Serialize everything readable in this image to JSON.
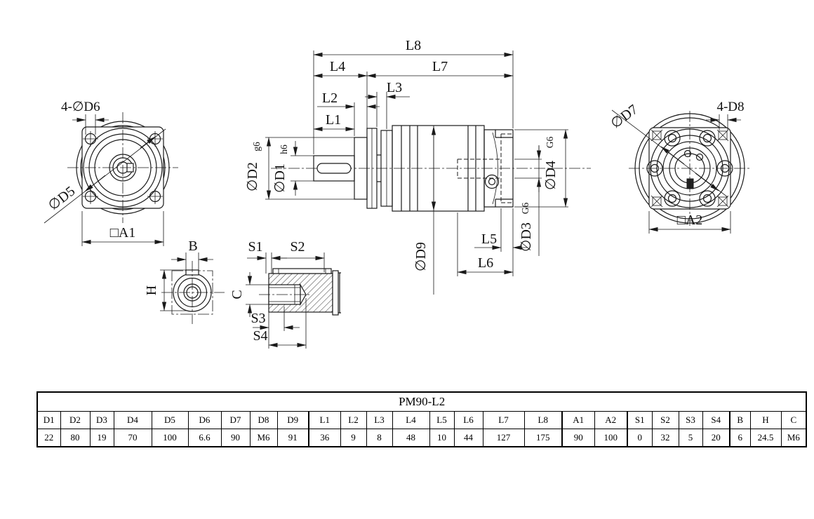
{
  "drawing": {
    "front_view": {
      "holes_label": "4-∅D6",
      "d5_label": "∅D5",
      "a1_label": "□A1"
    },
    "shaft_section": {
      "b_label": "B",
      "h_label": "H"
    },
    "keyway_detail": {
      "s1_label": "S1",
      "s2_label": "S2",
      "s3_label": "S3",
      "s4_label": "S4",
      "c_label": "C"
    },
    "side_view": {
      "l1_label": "L1",
      "l2_label": "L2",
      "l3_label": "L3",
      "l4_label": "L4",
      "l5_label": "L5",
      "l6_label": "L6",
      "l7_label": "L7",
      "l8_label": "L8",
      "d1_label": "∅D1",
      "d1_tol": "h6",
      "d2_label": "∅D2",
      "d2_tol": "g6",
      "d3_label": "∅D3",
      "d3_tol": "G6",
      "d4_label": "∅D4",
      "d4_tol": "G6",
      "d9_label": "∅D9"
    },
    "rear_view": {
      "d7_label": "∅D7",
      "holes_label": "4-D8",
      "a2_label": "□A2"
    }
  },
  "table": {
    "title": "PM90-L2",
    "headers": [
      "D1",
      "D2",
      "D3",
      "D4",
      "D5",
      "D6",
      "D7",
      "D8",
      "D9",
      "L1",
      "L2",
      "L3",
      "L4",
      "L5",
      "L6",
      "L7",
      "L8",
      "A1",
      "A2",
      "S1",
      "S2",
      "S3",
      "S4",
      "B",
      "H",
      "C"
    ],
    "values": [
      "22",
      "80",
      "19",
      "70",
      "100",
      "6.6",
      "90",
      "M6",
      "91",
      "36",
      "9",
      "8",
      "48",
      "10",
      "44",
      "127",
      "175",
      "90",
      "100",
      "0",
      "32",
      "5",
      "20",
      "6",
      "24.5",
      "M6"
    ]
  }
}
